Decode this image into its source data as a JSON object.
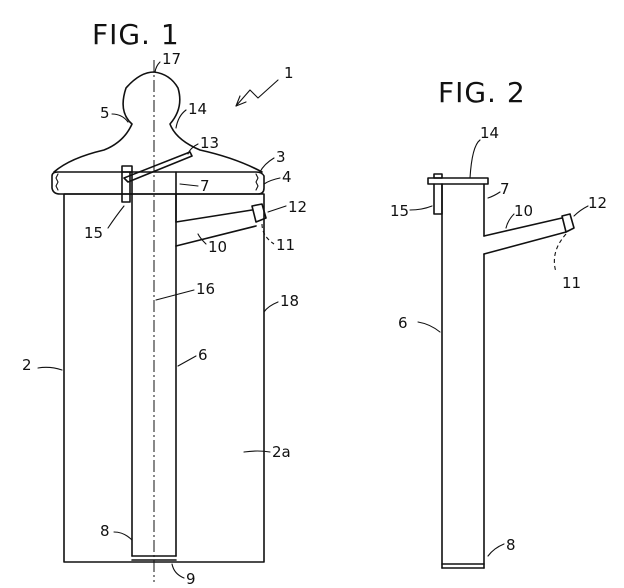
{
  "figures": {
    "fig1": {
      "title": "FIG. 1",
      "labels": {
        "r1": "1",
        "r2": "2",
        "r2a": "2a",
        "r3": "3",
        "r4": "4",
        "r5": "5",
        "r6": "6",
        "r7": "7",
        "r8": "8",
        "r9": "9",
        "r10": "10",
        "r11": "11",
        "r12": "12",
        "r13": "13",
        "r14": "14",
        "r15": "15",
        "r16": "16",
        "r17": "17",
        "r18": "18"
      }
    },
    "fig2": {
      "title": "FIG. 2",
      "labels": {
        "r14": "14",
        "r15": "15",
        "r7": "7",
        "r10": "10",
        "r12": "12",
        "r11": "11",
        "r6": "6",
        "r8": "8"
      }
    }
  }
}
